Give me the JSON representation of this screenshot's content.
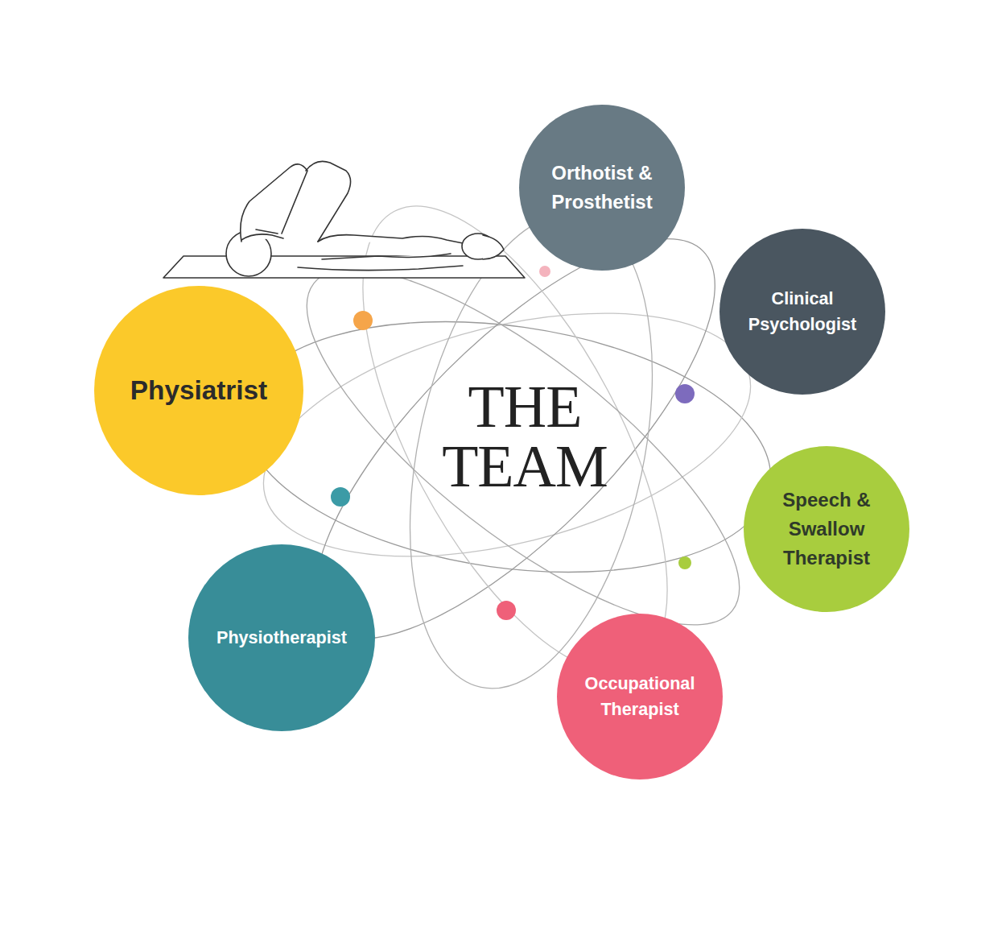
{
  "diagram": {
    "title": "THE TEAM",
    "nodes": [
      {
        "text": [
          "Physiatrist"
        ]
      },
      {
        "text": [
          "Orthotist & Prosthetist"
        ]
      },
      {
        "text": [
          "Clinical Psychologist"
        ]
      },
      {
        "text": [
          "Speech & Swallow Therapist"
        ]
      },
      {
        "text": [
          "Occupational Therapist"
        ]
      },
      {
        "text": [
          "Physiotherapist"
        ]
      }
    ]
  }
}
